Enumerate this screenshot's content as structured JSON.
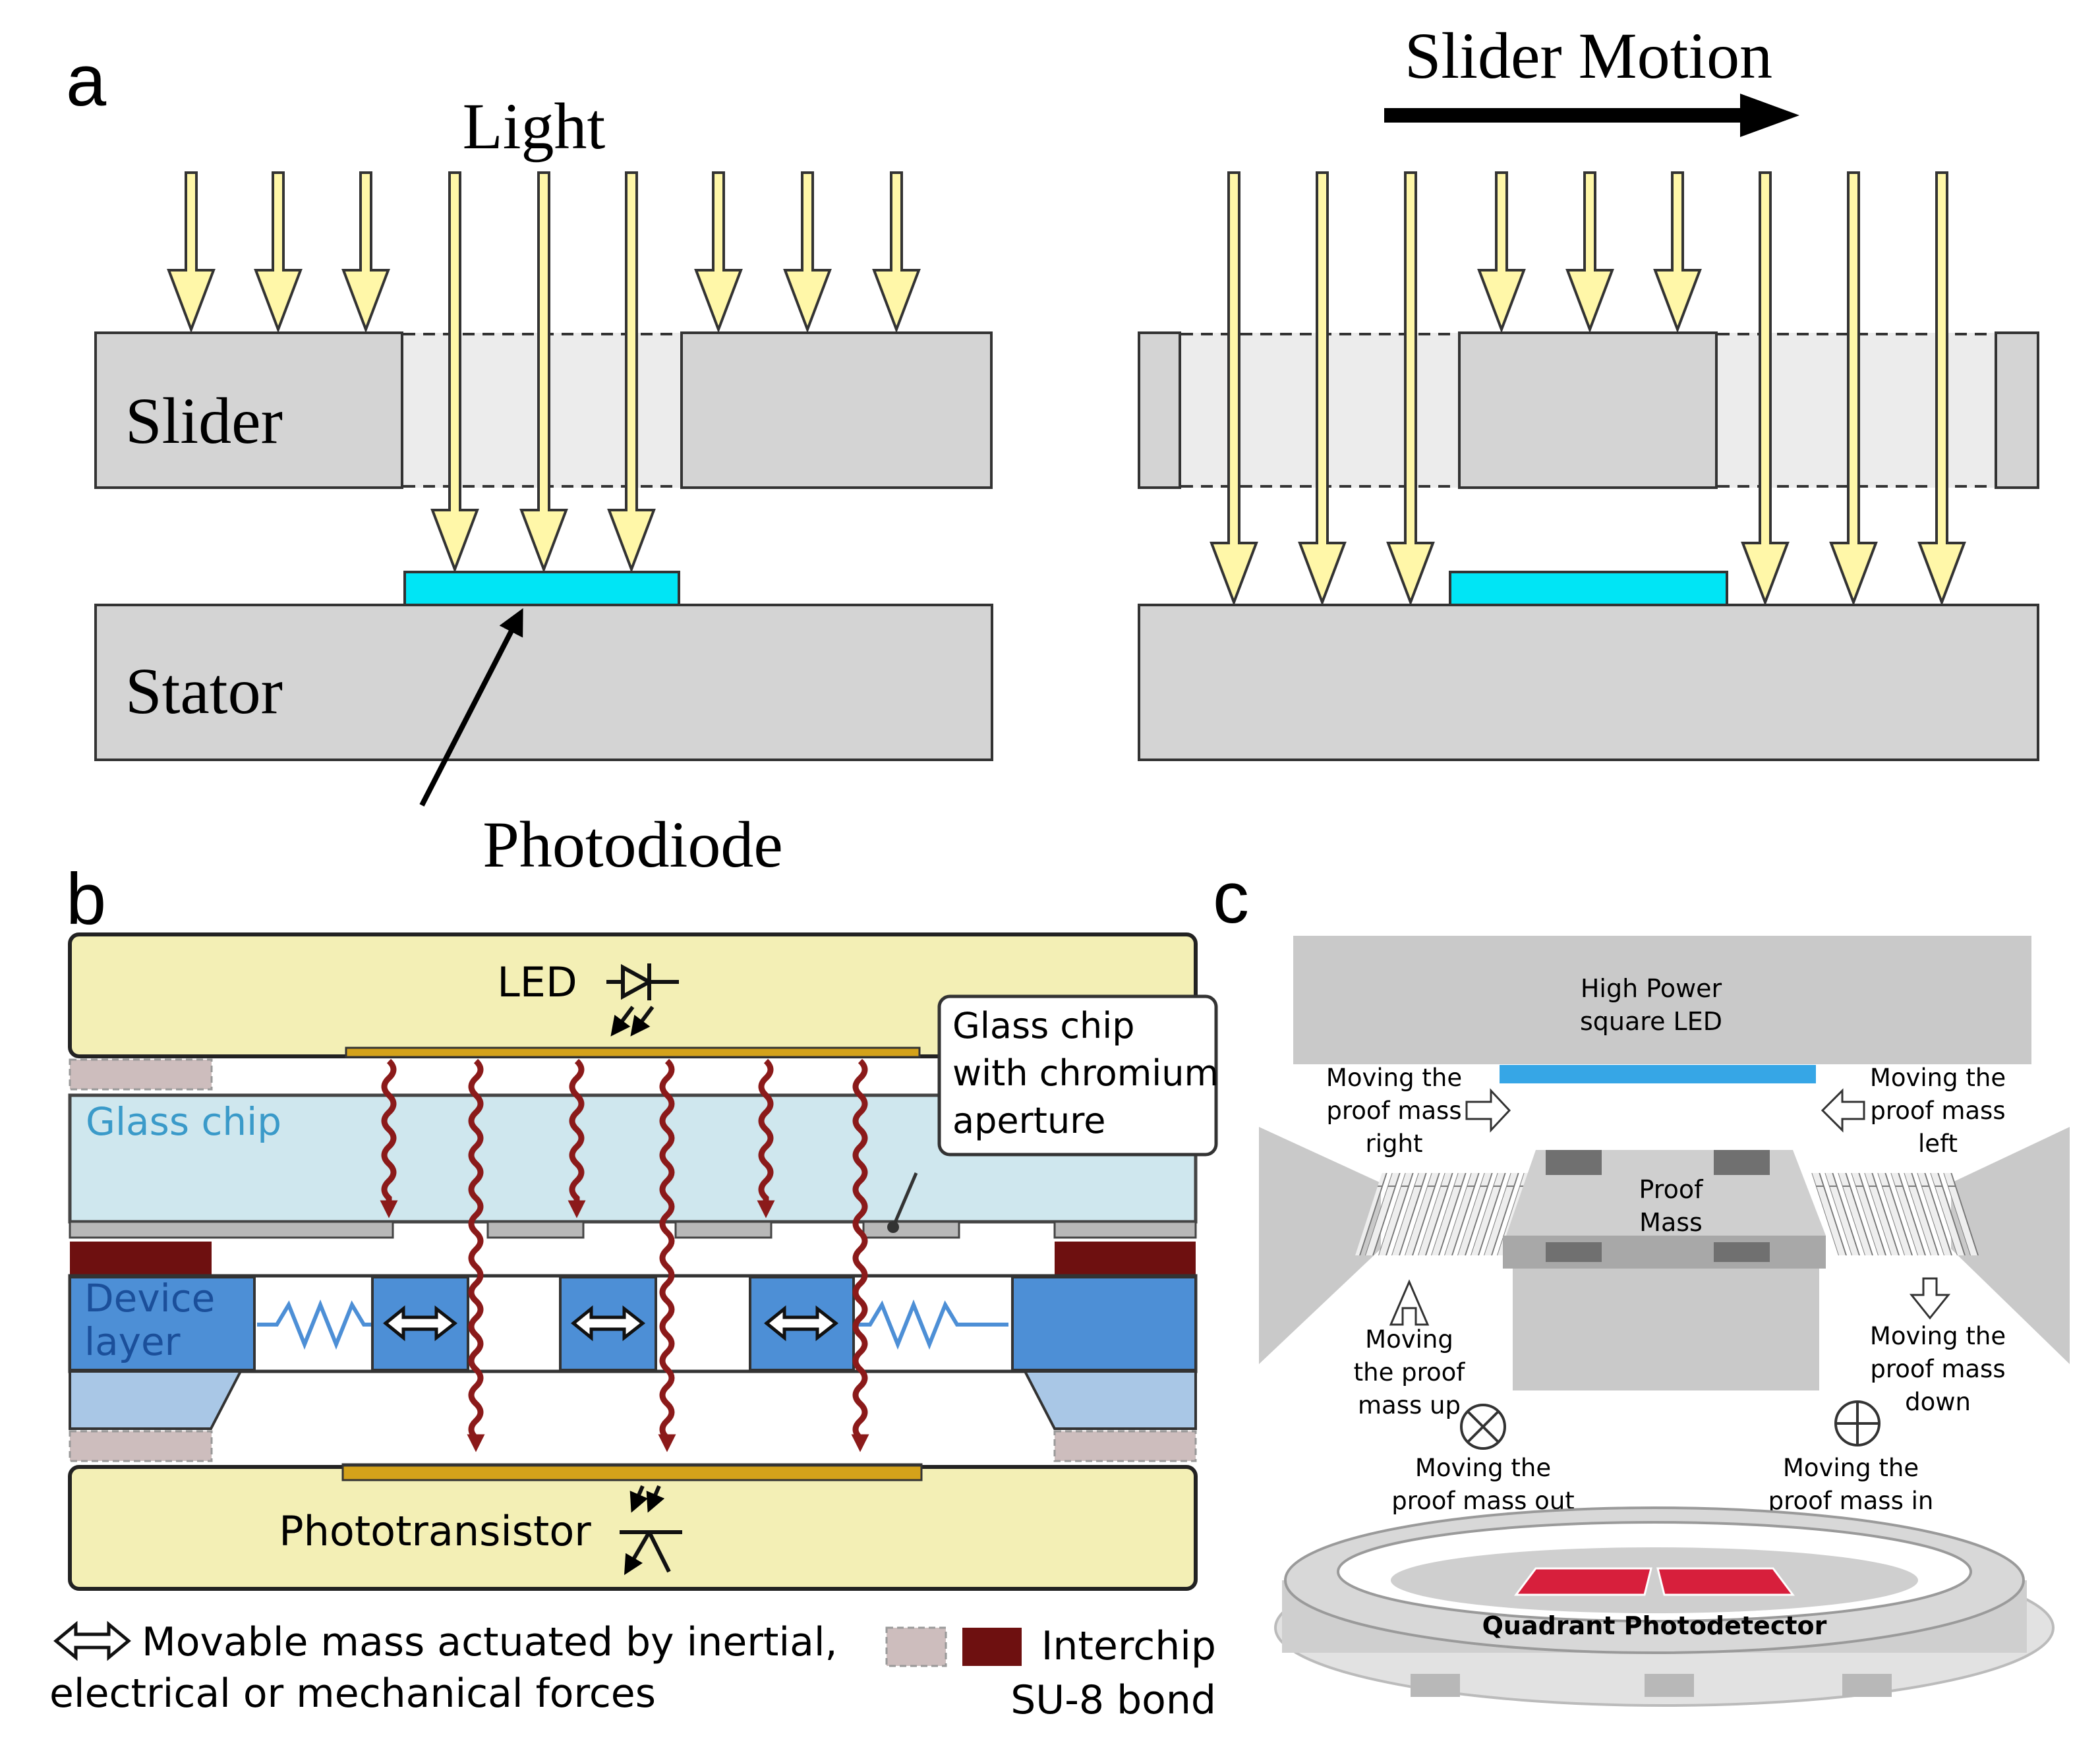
{
  "panel_a": {
    "label": "a",
    "light_label": "Light",
    "slider_motion_label": "Slider Motion",
    "slider_label": "Slider",
    "stator_label": "Stator",
    "photodiode_label": "Photodiode"
  },
  "panel_b": {
    "label": "b",
    "led_label": "LED",
    "glass_chip_label": "Glass chip",
    "callout_line1": "Glass chip",
    "callout_line2": "with chromium",
    "callout_line3": "aperture",
    "device_layer_line1": "Device",
    "device_layer_line2": "layer",
    "phototransistor_label": "Phototransistor",
    "legend_movable_line1": "Movable mass actuated by inertial,",
    "legend_movable_line2": "electrical or mechanical forces",
    "legend_bond_line1": "Interchip",
    "legend_bond_line2": "SU-8 bond"
  },
  "panel_c": {
    "label": "c",
    "led_line1": "High Power",
    "led_line2": "square LED",
    "right_line1": "Moving the",
    "right_line2": "proof mass",
    "right_line3": "right",
    "left_line1": "Moving the",
    "left_line2": "proof mass",
    "left_line3": "left",
    "proof_line1": "Proof",
    "proof_line2": "Mass",
    "up_line1": "Moving",
    "up_line2": "the proof",
    "up_line3": "mass up",
    "down_line1": "Moving the",
    "down_line2": "proof mass",
    "down_line3": "down",
    "out_line1": "Moving the",
    "out_line2": "proof mass out",
    "in_line1": "Moving the",
    "in_line2": "proof mass in",
    "detector_label": "Quadrant Photodetector"
  },
  "colors": {
    "light_arrow": "#fff7a8",
    "photodiode": "#00e5f5",
    "slider_gray": "#d4d4d4",
    "chip_yellow": "#f3efb5",
    "glass": "#cfe7ee",
    "device_blue": "#4d8fd6",
    "wave_red": "#8b1a1a",
    "bond_dark": "#6e1010",
    "led_blue": "#36a6e6",
    "detector_red": "#d71f3c"
  }
}
